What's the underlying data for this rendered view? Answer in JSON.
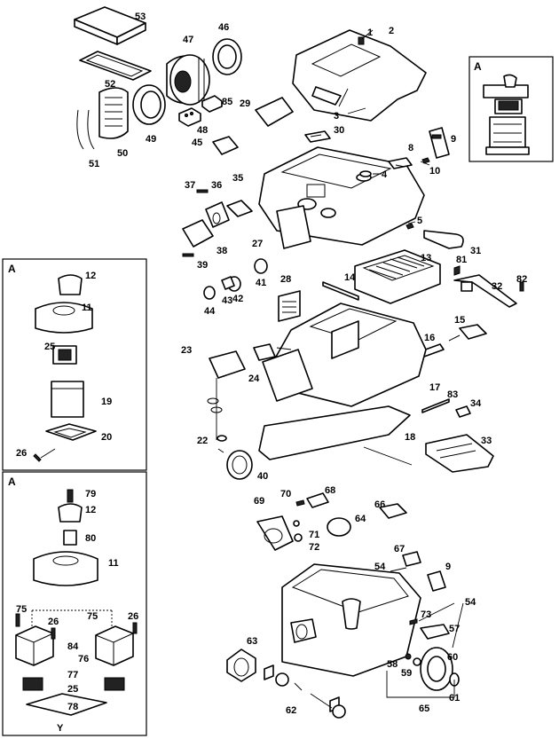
{
  "labels": [
    "1",
    "2",
    "3",
    "4",
    "5",
    "8",
    "9",
    "10",
    "13",
    "14",
    "15",
    "16",
    "17",
    "18",
    "22",
    "23",
    "24",
    "27",
    "28",
    "29",
    "30",
    "31",
    "32",
    "33",
    "34",
    "35",
    "36",
    "37",
    "38",
    "39",
    "40",
    "41",
    "42",
    "43",
    "44",
    "45",
    "46",
    "47",
    "48",
    "49",
    "50",
    "51",
    "52",
    "53",
    "54",
    "57",
    "58",
    "59",
    "60",
    "61",
    "62",
    "63",
    "64",
    "65",
    "66",
    "67",
    "68",
    "69",
    "70",
    "71",
    "72",
    "73",
    "81",
    "82",
    "83",
    "85"
  ],
  "inset_a_top": {
    "letter": "A",
    "labels": [
      "12",
      "11",
      "25",
      "19",
      "20",
      "26"
    ]
  },
  "inset_a_mid": {
    "letter": "A",
    "labels": [
      "79",
      "12",
      "80",
      "11",
      "75",
      "26",
      "75",
      "26",
      "84",
      "76",
      "77",
      "25",
      "78",
      "Y"
    ]
  },
  "inset_a_right": {
    "letter": "A"
  },
  "second_9": "9",
  "second_54": "54"
}
